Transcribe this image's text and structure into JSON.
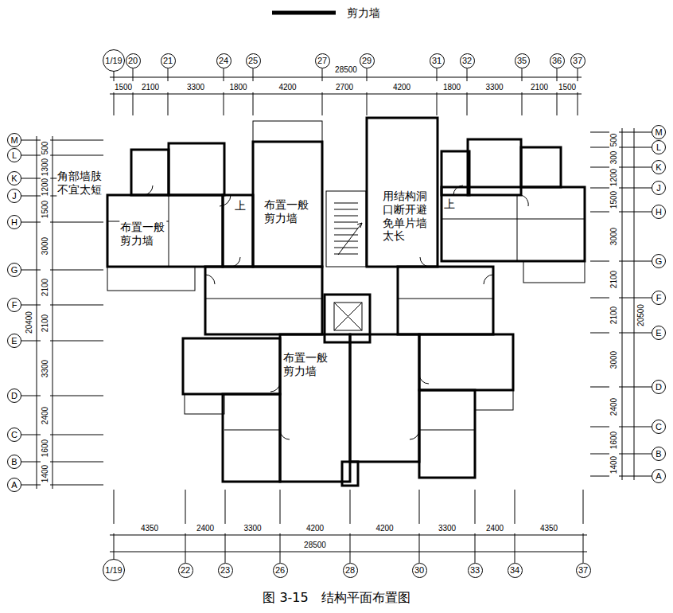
{
  "diagram": {
    "caption": "图 3-15　结构平面布置图",
    "nodes": [
      {
        "text": [
          "1/19"
        ]
      },
      {
        "text": [
          "20"
        ]
      },
      {
        "text": [
          "21"
        ]
      },
      {
        "text": [
          "24"
        ]
      },
      {
        "text": [
          "25"
        ]
      },
      {
        "text": [
          "27"
        ]
      },
      {
        "text": [
          "29"
        ]
      },
      {
        "text": [
          "31"
        ]
      },
      {
        "text": [
          "32"
        ]
      },
      {
        "text": [
          "35"
        ]
      },
      {
        "text": [
          "36"
        ]
      },
      {
        "text": [
          "37"
        ]
      },
      {
        "text": [
          "M"
        ]
      },
      {
        "text": [
          "L"
        ]
      },
      {
        "text": [
          "K"
        ]
      },
      {
        "text": [
          "J"
        ]
      },
      {
        "text": [
          "H"
        ]
      },
      {
        "text": [
          "G"
        ]
      },
      {
        "text": [
          "F"
        ]
      },
      {
        "text": [
          "E"
        ]
      },
      {
        "text": [
          "D"
        ]
      },
      {
        "text": [
          "C"
        ]
      },
      {
        "text": [
          "B"
        ]
      },
      {
        "text": [
          "A"
        ]
      },
      {
        "text": [
          "M"
        ]
      },
      {
        "text": [
          "L"
        ]
      },
      {
        "text": [
          "K"
        ]
      },
      {
        "text": [
          "J"
        ]
      },
      {
        "text": [
          "H"
        ]
      },
      {
        "text": [
          "G"
        ]
      },
      {
        "text": [
          "F"
        ]
      },
      {
        "text": [
          "E"
        ]
      },
      {
        "text": [
          "D"
        ]
      },
      {
        "text": [
          "C"
        ]
      },
      {
        "text": [
          "B"
        ]
      },
      {
        "text": [
          "A"
        ]
      },
      {
        "text": [
          "1/19"
        ]
      },
      {
        "text": [
          "22"
        ]
      },
      {
        "text": [
          "23"
        ]
      },
      {
        "text": [
          "26"
        ]
      },
      {
        "text": [
          "28"
        ]
      },
      {
        "text": [
          "30"
        ]
      },
      {
        "text": [
          "33"
        ]
      },
      {
        "text": [
          "34"
        ]
      },
      {
        "text": [
          "37"
        ]
      }
    ],
    "labels": [
      "28500",
      "1500",
      "2100",
      "3300",
      "1800",
      "4200",
      "2700",
      "4200",
      "1800",
      "3300",
      "2100",
      "1500",
      "4350",
      "2400",
      "3300",
      "4200",
      "4200",
      "3300",
      "2400",
      "4350",
      "28500",
      "500",
      "1300",
      "1200",
      "1500",
      "3000",
      "2100",
      "2100",
      "3300",
      "2400",
      "1600",
      "1400",
      "20400",
      "500",
      "300",
      "1200",
      "1500",
      "3000",
      "2100",
      "2100",
      "3000",
      "2400",
      "1600",
      "1400",
      "20500",
      "角部墙肢不宜太短",
      "布置一般剪力墙",
      "上",
      "布置一般剪力墙",
      "用结构洞口断开避免单片墙太长",
      "上",
      "布置一般剪力墙"
    ],
    "legend": [
      {
        "text": "剪力墙"
      }
    ]
  }
}
